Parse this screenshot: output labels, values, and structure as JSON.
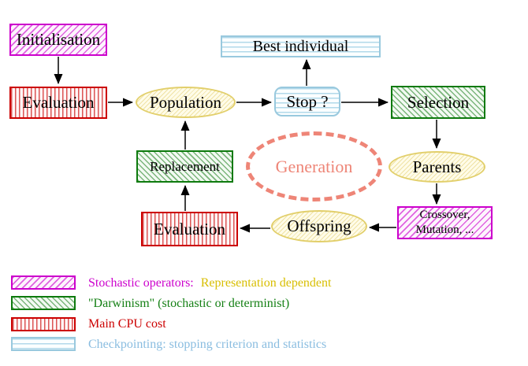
{
  "diagram": {
    "title_implicit": "Evolutionary algorithm flow",
    "nodes": {
      "initialisation": {
        "label": "Initialisation"
      },
      "evaluation_top": {
        "label": "Evaluation"
      },
      "population": {
        "label": "Population"
      },
      "best_individual": {
        "label": "Best individual"
      },
      "stop": {
        "label": "Stop ?"
      },
      "selection": {
        "label": "Selection"
      },
      "replacement": {
        "label": "Replacement"
      },
      "generation": {
        "label": "Generation"
      },
      "evaluation_bottom": {
        "label": "Evaluation"
      },
      "offspring": {
        "label": "Offspring"
      },
      "parents": {
        "label": "Parents"
      },
      "crossover": {
        "line1": "Crossover,",
        "line2": "Mutation, ..."
      }
    },
    "arrows": [
      "initialisation->evaluation_top",
      "evaluation_top->population",
      "population->stop",
      "stop->best_individual",
      "stop->selection",
      "selection->parents",
      "parents->crossover",
      "crossover->offspring",
      "offspring->evaluation_bottom",
      "evaluation_bottom->replacement",
      "replacement->population"
    ],
    "colors": {
      "magenta": "#cc00cc",
      "green": "#0d7a0d",
      "red": "#cc0000",
      "cyan": "#99c9de",
      "yellow": "#e2cf6b",
      "coral": "#ee8577",
      "gold_text": "#d8be00",
      "lightblue_text": "#8abde0",
      "arrow": "#000000"
    }
  },
  "legend": {
    "rows": [
      {
        "swatch": "magenta-hatch",
        "part1": "Stochastic operators:",
        "part2": "Representation dependent"
      },
      {
        "swatch": "green-hatch",
        "text": "\"Darwinism\" (stochastic or determinist)"
      },
      {
        "swatch": "red-stripes",
        "text": "Main CPU cost"
      },
      {
        "swatch": "cyan-lines",
        "text": "Checkpointing: stopping criterion and statistics"
      }
    ]
  }
}
